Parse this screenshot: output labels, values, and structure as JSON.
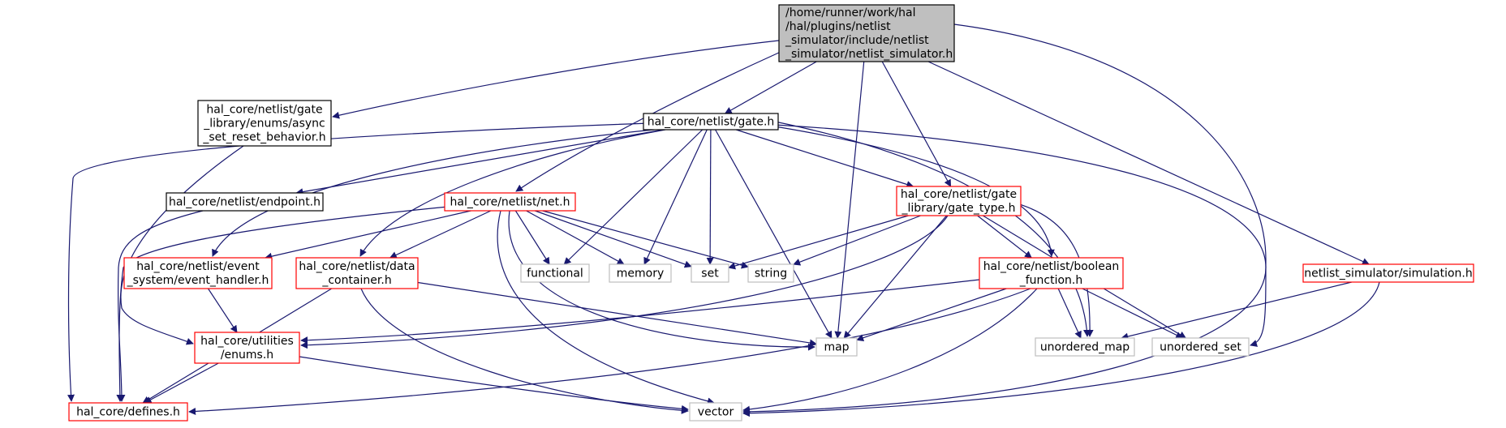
{
  "colors": {
    "edge": "#191970",
    "root_fill": "#bfbfbf",
    "normal_border": "#000000",
    "truncated_border": "#ff0000",
    "external_border": "#bfbfbf",
    "text": "#000000",
    "external_text": "#000000"
  },
  "nodes": {
    "netlist_simulator_h": {
      "lines": [
        "/home/runner/work/hal",
        "/hal/plugins/netlist",
        "_simulator/include/netlist",
        "_simulator/netlist_simulator.h"
      ],
      "kind": "root"
    },
    "async_set_reset": {
      "lines": [
        "hal_core/netlist/gate",
        "_library/enums/async",
        "_set_reset_behavior.h"
      ],
      "kind": "normal"
    },
    "gate_h": {
      "lines": [
        "hal_core/netlist/gate.h"
      ],
      "kind": "normal"
    },
    "endpoint_h": {
      "lines": [
        "hal_core/netlist/endpoint.h"
      ],
      "kind": "normal"
    },
    "net_h": {
      "lines": [
        "hal_core/netlist/net.h"
      ],
      "kind": "truncated"
    },
    "gate_type_h": {
      "lines": [
        "hal_core/netlist/gate",
        "_library/gate_type.h"
      ],
      "kind": "truncated"
    },
    "event_handler_h": {
      "lines": [
        "hal_core/netlist/event",
        "_system/event_handler.h"
      ],
      "kind": "truncated"
    },
    "data_container_h": {
      "lines": [
        "hal_core/netlist/data",
        "_container.h"
      ],
      "kind": "truncated"
    },
    "boolean_function_h": {
      "lines": [
        "hal_core/netlist/boolean",
        "_function.h"
      ],
      "kind": "truncated"
    },
    "simulation_h": {
      "lines": [
        "netlist_simulator/simulation.h"
      ],
      "kind": "truncated"
    },
    "enums_h": {
      "lines": [
        "hal_core/utilities",
        "/enums.h"
      ],
      "kind": "truncated"
    },
    "defines_h": {
      "lines": [
        "hal_core/defines.h"
      ],
      "kind": "truncated"
    },
    "functional": {
      "lines": [
        "functional"
      ],
      "kind": "external"
    },
    "memory": {
      "lines": [
        "memory"
      ],
      "kind": "external"
    },
    "set": {
      "lines": [
        "set"
      ],
      "kind": "external"
    },
    "string": {
      "lines": [
        "string"
      ],
      "kind": "external"
    },
    "map": {
      "lines": [
        "map"
      ],
      "kind": "external"
    },
    "unordered_map": {
      "lines": [
        "unordered_map"
      ],
      "kind": "external"
    },
    "unordered_set": {
      "lines": [
        "unordered_set"
      ],
      "kind": "external"
    },
    "vector": {
      "lines": [
        "vector"
      ],
      "kind": "external"
    }
  },
  "edges": [
    [
      "netlist_simulator_h",
      "async_set_reset"
    ],
    [
      "netlist_simulator_h",
      "gate_h"
    ],
    [
      "netlist_simulator_h",
      "net_h"
    ],
    [
      "netlist_simulator_h",
      "gate_type_h"
    ],
    [
      "netlist_simulator_h",
      "map"
    ],
    [
      "netlist_simulator_h",
      "simulation_h"
    ],
    [
      "netlist_simulator_h",
      "unordered_set"
    ],
    [
      "async_set_reset",
      "enums_h"
    ],
    [
      "gate_h",
      "defines_h"
    ],
    [
      "gate_h",
      "endpoint_h"
    ],
    [
      "gate_h",
      "event_handler_h"
    ],
    [
      "gate_h",
      "data_container_h"
    ],
    [
      "gate_h",
      "functional"
    ],
    [
      "gate_h",
      "memory"
    ],
    [
      "gate_h",
      "set"
    ],
    [
      "gate_h",
      "map"
    ],
    [
      "gate_h",
      "gate_type_h"
    ],
    [
      "gate_h",
      "boolean_function_h"
    ],
    [
      "gate_h",
      "unordered_map"
    ],
    [
      "gate_h",
      "vector"
    ],
    [
      "endpoint_h",
      "defines_h"
    ],
    [
      "net_h",
      "defines_h"
    ],
    [
      "net_h",
      "event_handler_h"
    ],
    [
      "net_h",
      "data_container_h"
    ],
    [
      "net_h",
      "functional"
    ],
    [
      "net_h",
      "memory"
    ],
    [
      "net_h",
      "set"
    ],
    [
      "net_h",
      "string"
    ],
    [
      "net_h",
      "map"
    ],
    [
      "net_h",
      "vector"
    ],
    [
      "gate_type_h",
      "set"
    ],
    [
      "gate_type_h",
      "string"
    ],
    [
      "gate_type_h",
      "enums_h"
    ],
    [
      "gate_type_h",
      "map"
    ],
    [
      "gate_type_h",
      "boolean_function_h"
    ],
    [
      "gate_type_h",
      "unordered_map"
    ],
    [
      "gate_type_h",
      "unordered_set"
    ],
    [
      "event_handler_h",
      "enums_h"
    ],
    [
      "data_container_h",
      "defines_h"
    ],
    [
      "data_container_h",
      "map"
    ],
    [
      "data_container_h",
      "vector"
    ],
    [
      "boolean_function_h",
      "enums_h"
    ],
    [
      "boolean_function_h",
      "map"
    ],
    [
      "boolean_function_h",
      "unordered_map"
    ],
    [
      "boolean_function_h",
      "unordered_set"
    ],
    [
      "boolean_function_h",
      "defines_h"
    ],
    [
      "boolean_function_h",
      "vector"
    ],
    [
      "simulation_h",
      "unordered_map"
    ],
    [
      "simulation_h",
      "vector"
    ],
    [
      "enums_h",
      "defines_h"
    ],
    [
      "enums_h",
      "vector"
    ]
  ]
}
